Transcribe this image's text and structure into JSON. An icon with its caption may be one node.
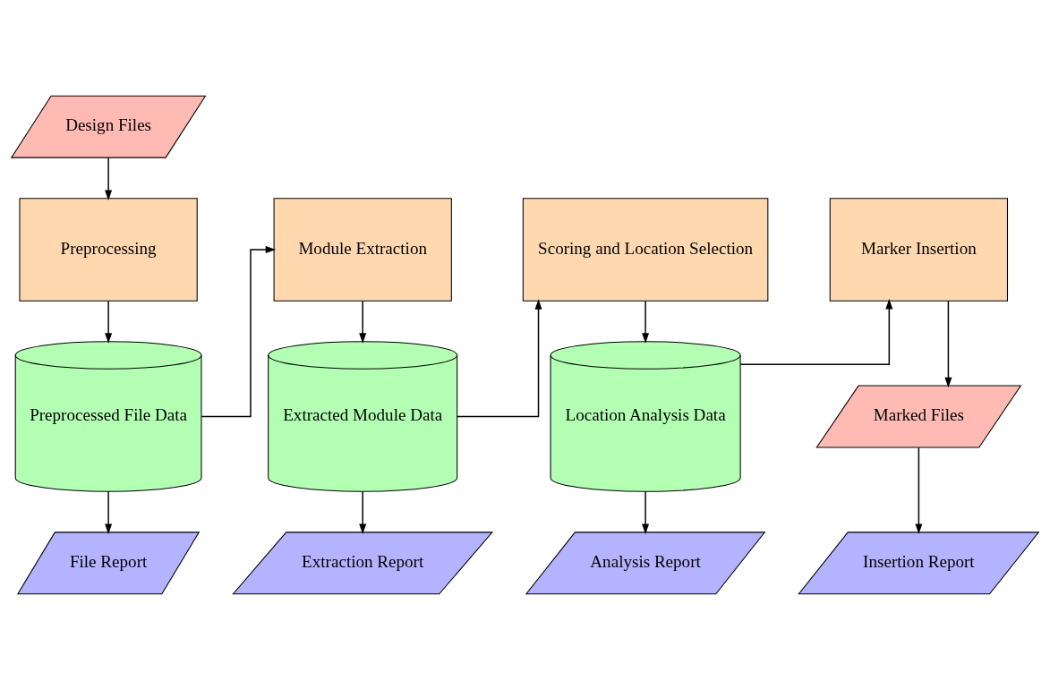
{
  "diagram": {
    "nodes": [
      {
        "text": [
          "Design Files"
        ]
      },
      {
        "text": [
          "Preprocessing"
        ]
      },
      {
        "text": [
          "Module Extraction"
        ]
      },
      {
        "text": [
          "Scoring and Location Selection"
        ]
      },
      {
        "text": [
          "Marker Insertion"
        ]
      },
      {
        "text": [
          "Preprocessed File Data"
        ]
      },
      {
        "text": [
          "Extracted Module Data"
        ]
      },
      {
        "text": [
          "Location Analysis Data"
        ]
      },
      {
        "text": [
          "Marked Files"
        ]
      },
      {
        "text": [
          "File Report"
        ]
      },
      {
        "text": [
          "Extraction Report"
        ]
      },
      {
        "text": [
          "Analysis Report"
        ]
      },
      {
        "text": [
          "Insertion Report"
        ]
      }
    ],
    "edges": [
      {
        "from": 0,
        "to": 1,
        "arrow": "to"
      },
      {
        "from": 1,
        "to": 5,
        "arrow": "to"
      },
      {
        "from": 5,
        "to": 2,
        "arrow": "to"
      },
      {
        "from": 2,
        "to": 6,
        "arrow": "to"
      },
      {
        "from": 6,
        "to": 3,
        "arrow": "to"
      },
      {
        "from": 3,
        "to": 7,
        "arrow": "to"
      },
      {
        "from": 7,
        "to": 4,
        "arrow": "to"
      },
      {
        "from": 4,
        "to": 8,
        "arrow": "to"
      },
      {
        "from": 5,
        "to": 9,
        "arrow": "to"
      },
      {
        "from": 6,
        "to": 10,
        "arrow": "to"
      },
      {
        "from": 7,
        "to": 11,
        "arrow": "to"
      },
      {
        "from": 8,
        "to": 12,
        "arrow": "to"
      }
    ]
  }
}
